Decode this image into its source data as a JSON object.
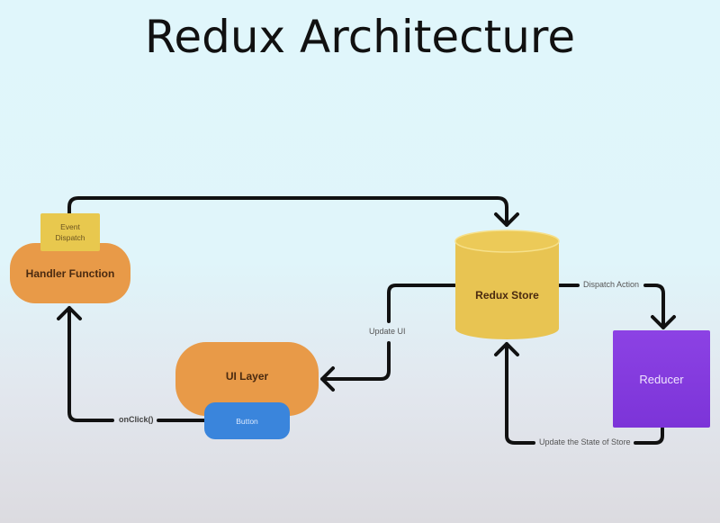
{
  "title": "Redux Architecture",
  "nodes": {
    "handler": "Handler Function",
    "event_dispatch": "Event Dispatch",
    "store": "Redux Store",
    "reducer": "Reducer",
    "ui_layer": "UI Layer",
    "button": "Button"
  },
  "edges": {
    "dispatch_action": "Dispatch Action",
    "update_state": "Update the State of Store",
    "update_ui": "Update UI",
    "onclick": "onClick()"
  },
  "colors": {
    "handler": "#e89a48",
    "event_dispatch": "#e8c84e",
    "store": "#e8c452",
    "reducer": "#8a3fe0",
    "ui_layer": "#e89a48",
    "button": "#3a85dc"
  }
}
